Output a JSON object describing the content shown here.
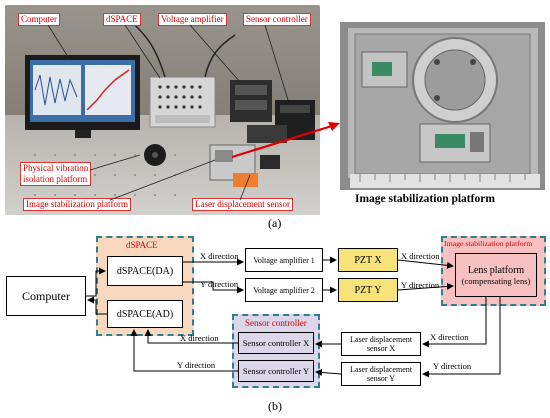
{
  "photo_labels": {
    "computer": "Computer",
    "dspace": "dSPACE",
    "voltage_amplifier": "Voltage amplifier",
    "sensor_controller": "Sensor controller",
    "physical_platform": "Physical vibration\nisolation platform",
    "image_platform": "Image stabilization platform",
    "laser_sensor": "Laser displacement sensor"
  },
  "photo_caption_right": "Image stabilization platform",
  "caption_a": "(a)",
  "caption_b": "(b)",
  "diagram": {
    "computer": "Computer",
    "dspace_title": "dSPACE",
    "dspace_da": "dSPACE(DA)",
    "dspace_ad": "dSPACE(AD)",
    "va1": "Voltage amplifier 1",
    "va2": "Voltage amplifier 2",
    "pztx": "PZT X",
    "pzty": "PZT Y",
    "isp_title": "Image stabilization platform",
    "lens_line1": "Lens platform",
    "lens_line2": "(compensating lens)",
    "sc_title": "Sensor controller",
    "scx": "Sensor controller X",
    "scy": "Sensor controller Y",
    "lsx_line1": "Laser displacement",
    "lsx_line2": "sensor X",
    "lsy_line1": "Laser displacement",
    "lsy_line2": "sensor Y",
    "edge_x1": "X direction",
    "edge_y1": "Y direction",
    "edge_x2": "X direction",
    "edge_y2": "Y direction",
    "edge_x3": "X direction",
    "edge_y3": "Y direction",
    "edge_x4": "X direction",
    "edge_y4": "Y direction"
  },
  "colors": {
    "label_red": "#dd0000",
    "group_border": "#2e7f8f",
    "dspace_fill": "#f8d9c0",
    "pzt_fill": "#f7e37a",
    "lens_fill": "#f7c1c1",
    "sc_fill": "#dcd6ea"
  }
}
